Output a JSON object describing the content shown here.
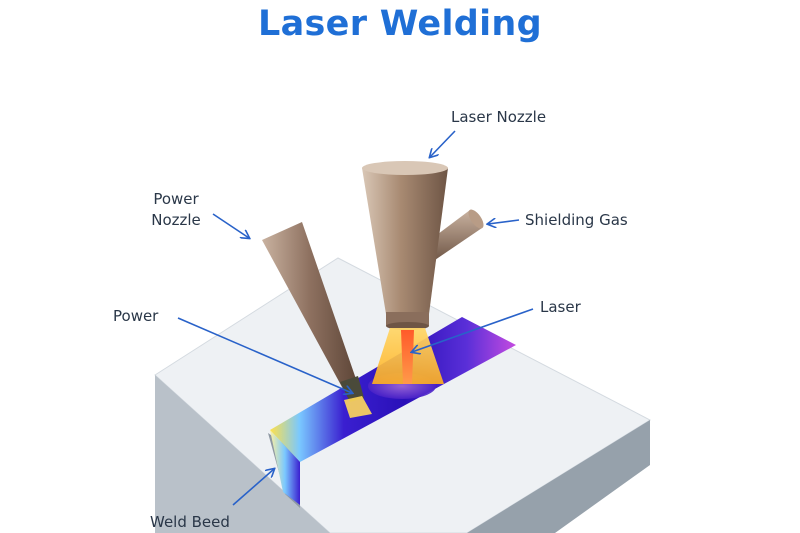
{
  "title": "Laser Welding",
  "labels": {
    "laser_nozzle": "Laser Nozzle",
    "shielding_gas": "Shielding Gas",
    "power_nozzle_line1": "Power",
    "power_nozzle_line2": "Nozzle",
    "power": "Power",
    "laser": "Laser",
    "weld_beed": "Weld Beed"
  },
  "colors": {
    "title": "#1f6fd6",
    "arrow": "#2962c9",
    "label": "#2a3748",
    "plate_top": "#eef1f4",
    "plate_front": "#b9c1c9",
    "plate_side": "#96a1ab",
    "nozzle": "#a88a72",
    "weld_pool": "#3a1fd0",
    "laser_beam": "#ff7a3a"
  }
}
